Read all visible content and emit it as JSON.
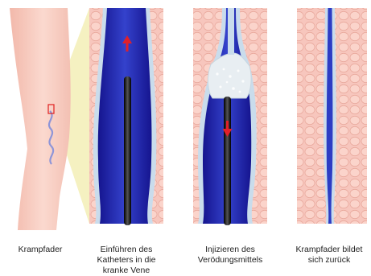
{
  "captions": {
    "leg": "Krampfader",
    "catheter": "Einführen des\nKatheters in die\nkranke Vene",
    "inject": "Injizieren des\nVerödungsmittels",
    "shrink": "Krampfader bildet\nsich zurück"
  },
  "colors": {
    "tissue": "#f7c6bd",
    "cell_stroke": "#e9a99d",
    "vein_outer": "#c9dcec",
    "vein_dark": "#1b1aa0",
    "vein_mid": "#2d3cc4",
    "catheter": "#1c1c1c",
    "arrow": "#e0202a",
    "leg_skin": "#f9d3c7",
    "highlight_box": "#e02020",
    "zoom_wedge": "#f3efb6",
    "varicose": "#8e95d8"
  }
}
